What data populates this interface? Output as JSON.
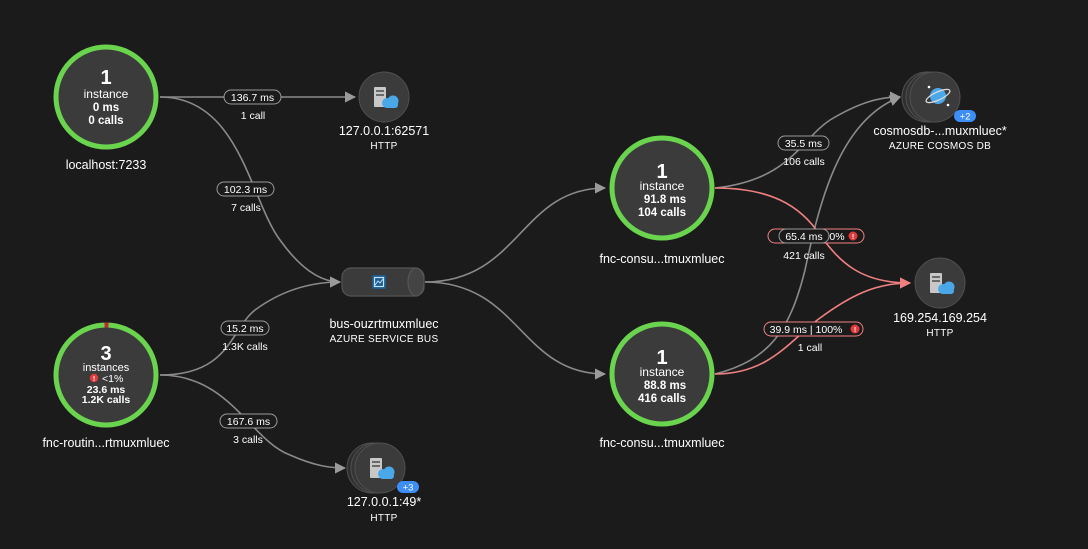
{
  "nodes": {
    "localhost": {
      "count": "1",
      "unit": "instance",
      "ms": "0 ms",
      "calls": "0 calls",
      "name": "localhost:7233"
    },
    "routing": {
      "count": "3",
      "unit": "instances",
      "failed": "<1%",
      "ms": "23.6 ms",
      "calls": "1.2K calls",
      "name": "fnc-routin...rtmuxmluec"
    },
    "consumer_a": {
      "count": "1",
      "unit": "instance",
      "ms": "91.8 ms",
      "calls": "104 calls",
      "name": "fnc-consu...tmuxmluec"
    },
    "consumer_b": {
      "count": "1",
      "unit": "instance",
      "ms": "88.8 ms",
      "calls": "416 calls",
      "name": "fnc-consu...tmuxmluec"
    },
    "bus": {
      "name": "bus-ouzrtmuxmluec",
      "type": "AZURE SERVICE BUS"
    },
    "http1": {
      "name": "127.0.0.1:62571",
      "type": "HTTP"
    },
    "http2": {
      "name": "127.0.0.1:49*",
      "type": "HTTP",
      "badge": "+3"
    },
    "cosmos": {
      "name": "cosmosdb-...muxmluec*",
      "type": "AZURE COSMOS DB",
      "badge": "+2"
    },
    "http3": {
      "name": "169.254.169.254",
      "type": "HTTP"
    }
  },
  "edges": {
    "e1": {
      "duration": "136.7 ms",
      "calls": "1 call"
    },
    "e2": {
      "duration": "102.3 ms",
      "calls": "7 calls"
    },
    "e3": {
      "duration": "15.2 ms",
      "calls": "1.3K calls"
    },
    "e4": {
      "duration": "167.6 ms",
      "calls": "3 calls"
    },
    "e5": {
      "duration": "35.5 ms",
      "calls": "106 calls"
    },
    "e6": {
      "duration": "65.4 ms",
      "hidden_pct": "0%",
      "calls": "421 calls"
    },
    "e7": {
      "duration": "39.9 ms | 100%",
      "calls": "1 call"
    }
  },
  "colors": {
    "healthy_ring": "#6bd44f",
    "error_ring": "#c4262e",
    "node_fill": "#3b3b3b",
    "edge": "#8a8a8a",
    "edge_error": "#f08080",
    "badge": "#3e8ef7",
    "icon_blue": "#4aa8e8"
  }
}
